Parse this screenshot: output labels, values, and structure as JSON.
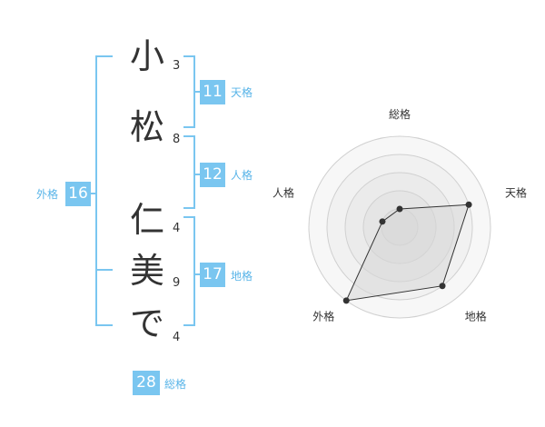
{
  "name_chars": [
    "小",
    "松",
    "仁",
    "美",
    "で"
  ],
  "strokes": [
    "3",
    "8",
    "4",
    "9",
    "4"
  ],
  "scores": {
    "tenkaku": {
      "value": "11",
      "label": "天格"
    },
    "jinkaku": {
      "value": "12",
      "label": "人格"
    },
    "chikaku": {
      "value": "17",
      "label": "地格"
    },
    "gaikaku": {
      "value": "16",
      "label": "外格"
    },
    "soukaku": {
      "value": "28",
      "label": "総格"
    }
  },
  "chart_data": {
    "type": "radar",
    "axes": [
      "総格",
      "天格",
      "地格",
      "外格",
      "人格"
    ],
    "values": [
      1,
      4,
      4,
      5,
      1
    ],
    "max": 5,
    "rings": 5
  },
  "colors": {
    "accent": "#7ac6f0",
    "accent_text": "#58b4e8",
    "bracket": "#7ac6f0",
    "radar_fill": "#dddddd",
    "radar_stroke": "#333333"
  }
}
